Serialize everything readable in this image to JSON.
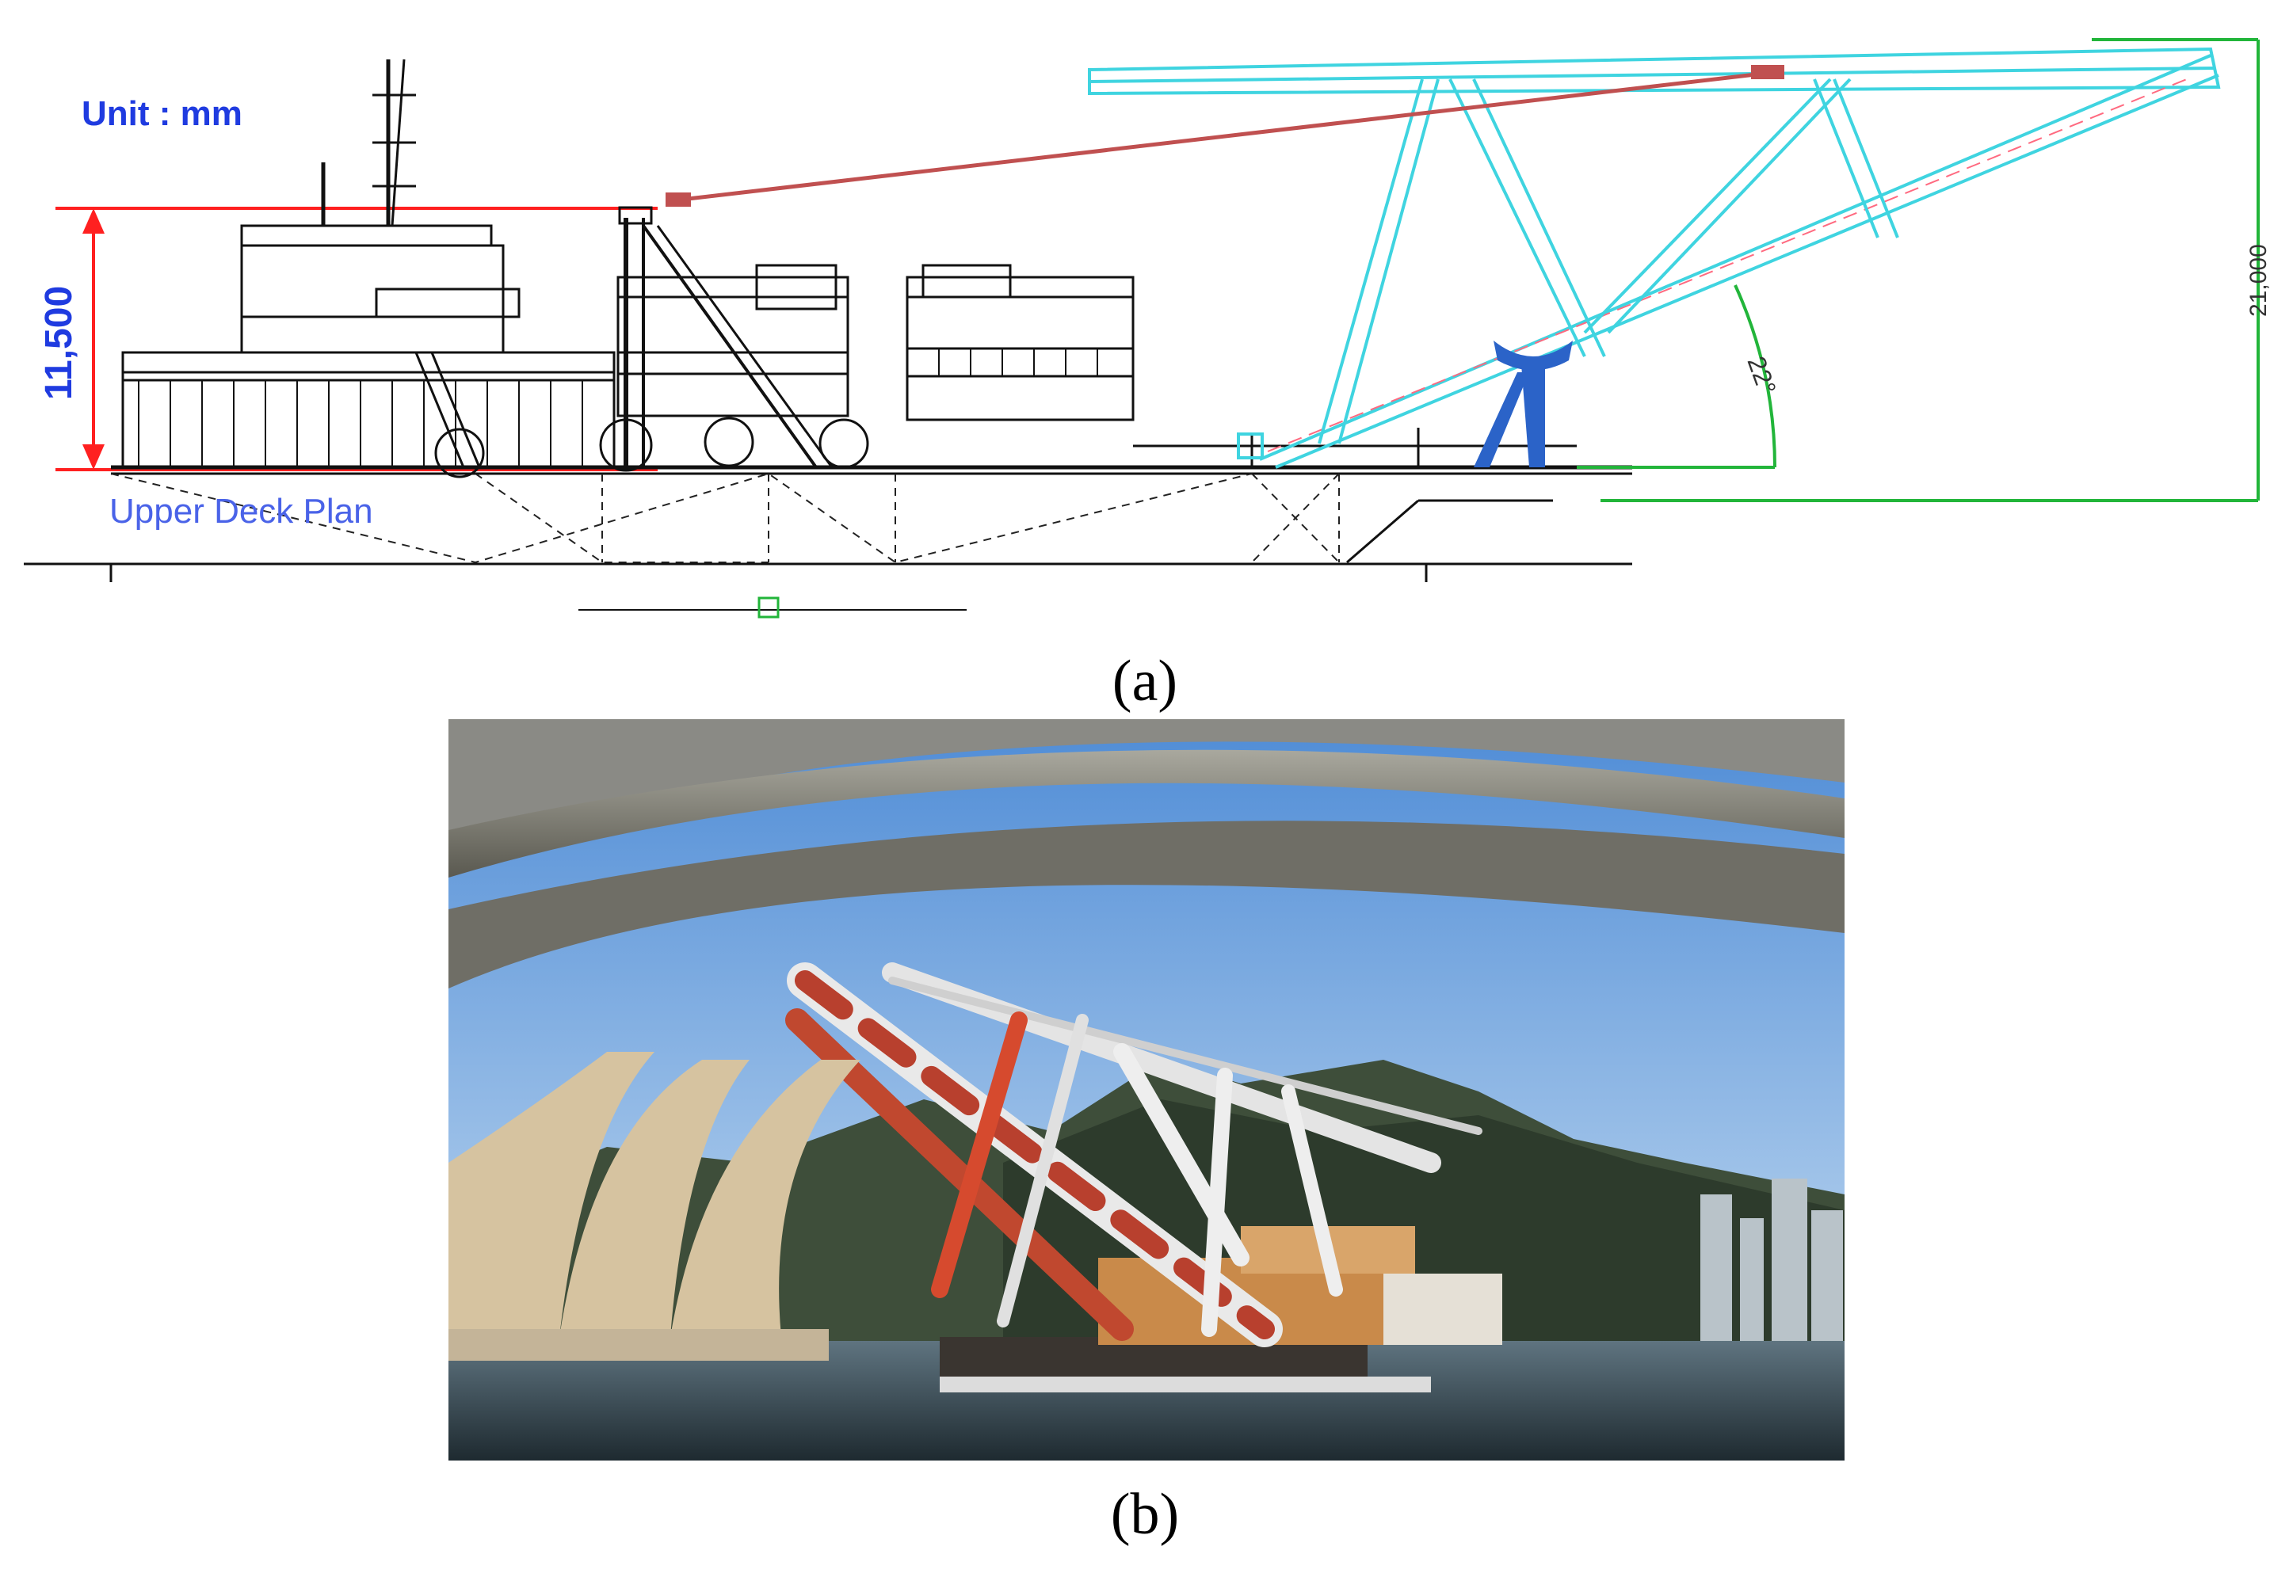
{
  "figure": {
    "panel_a": {
      "unit_label": "Unit : mm",
      "height_dim": "11,500",
      "deck_label": "Upper Deck Plan",
      "angle_label": "22°",
      "boom_height": "21,000",
      "caption": "(a)"
    },
    "panel_b": {
      "caption": "(b)"
    },
    "colors": {
      "boom": "#3fd4e0",
      "ship_lines": "#111111",
      "dimension_red": "#ff2020",
      "dimension_green": "#22b53a",
      "label_blue": "#1f3be0",
      "cable": "#c05050",
      "support": "#2b63c8"
    }
  }
}
